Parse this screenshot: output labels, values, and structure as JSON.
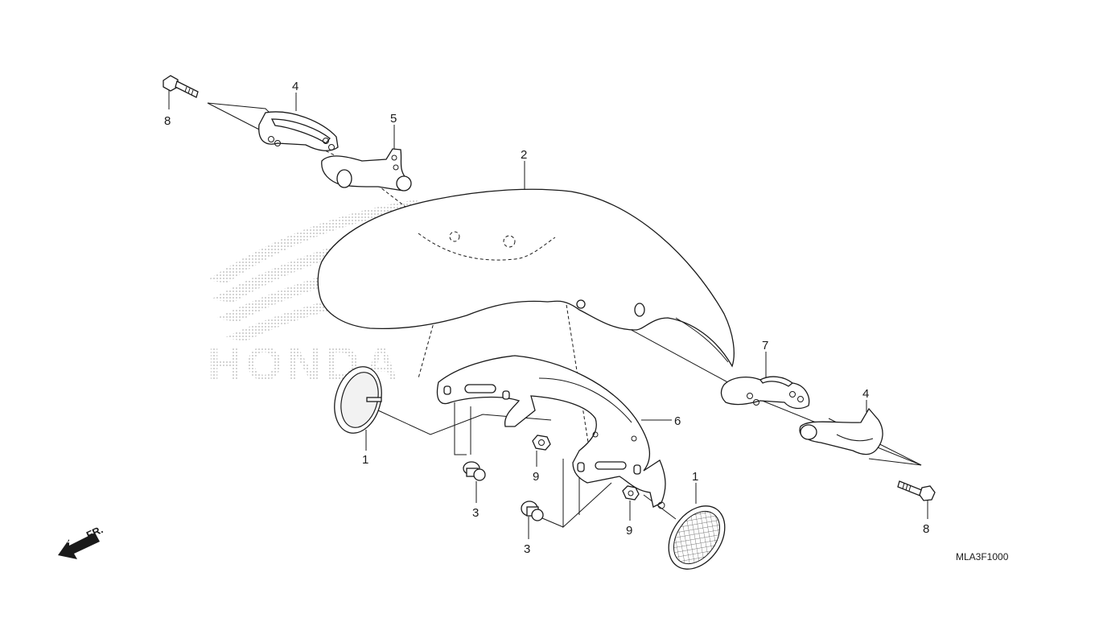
{
  "watermark": {
    "text": "HONDA",
    "color": "#c8c8c8"
  },
  "callouts": [
    {
      "id": "c8a",
      "label": "8"
    },
    {
      "id": "c4a",
      "label": "4"
    },
    {
      "id": "c5",
      "label": "5"
    },
    {
      "id": "c2",
      "label": "2"
    },
    {
      "id": "c7",
      "label": "7"
    },
    {
      "id": "c4b",
      "label": "4"
    },
    {
      "id": "c6",
      "label": "6"
    },
    {
      "id": "c1a",
      "label": "1"
    },
    {
      "id": "c1b",
      "label": "1"
    },
    {
      "id": "c9a",
      "label": "9"
    },
    {
      "id": "c9b",
      "label": "9"
    },
    {
      "id": "c3a",
      "label": "3"
    },
    {
      "id": "c3b",
      "label": "3"
    },
    {
      "id": "c8b",
      "label": "8"
    }
  ],
  "direction_label": "FR.",
  "diagram_code": "MLA3F1000",
  "line_color": "#1a1a1a"
}
